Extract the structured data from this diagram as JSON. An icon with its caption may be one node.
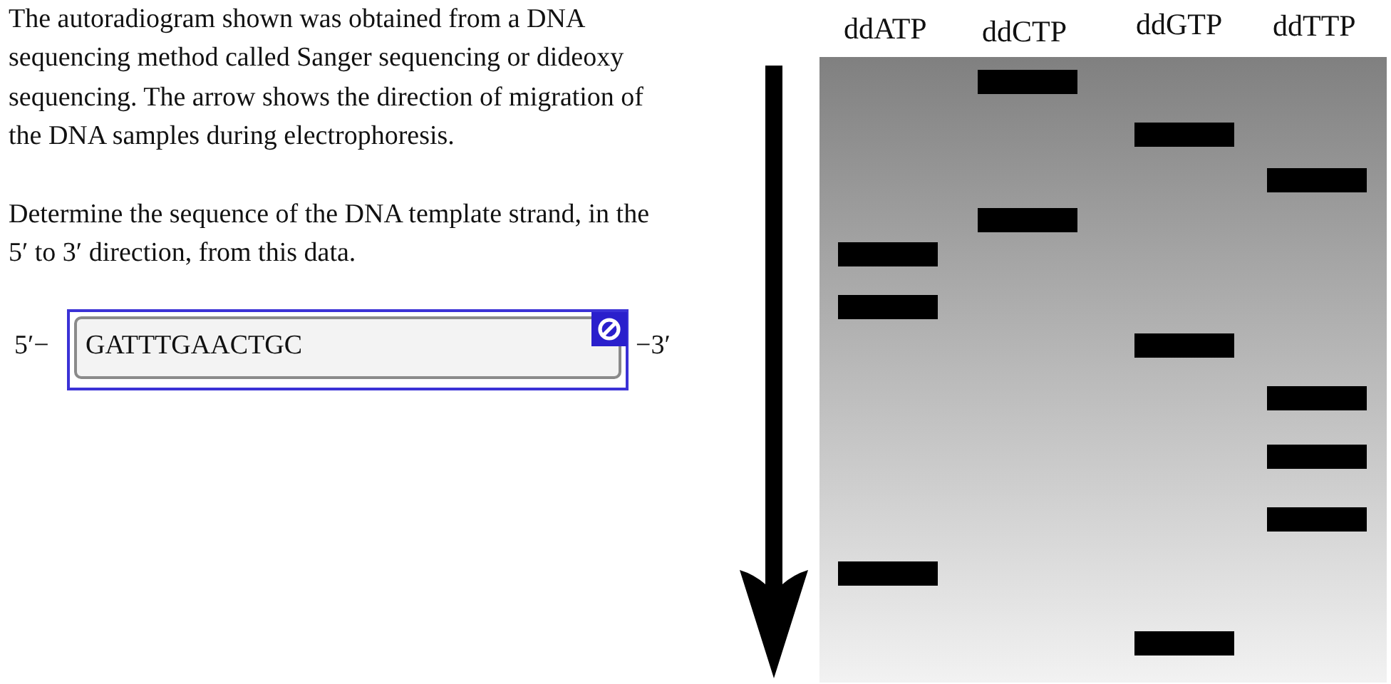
{
  "diagram": {
    "labels": [
      "The autoradiogram shown was obtained from a DNA sequencing method called Sanger sequencing or dideoxy sequencing. The arrow shows the direction of migration of the DNA samples during electrophoresis.",
      "Determine the sequence of the DNA template strand, in the 5′ to 3′ direction, from this data.",
      "5′−",
      "GATTTGAACTGC",
      "−3′",
      "ddATP",
      "ddCTP",
      "ddGTP",
      "ddTTP"
    ]
  }
}
